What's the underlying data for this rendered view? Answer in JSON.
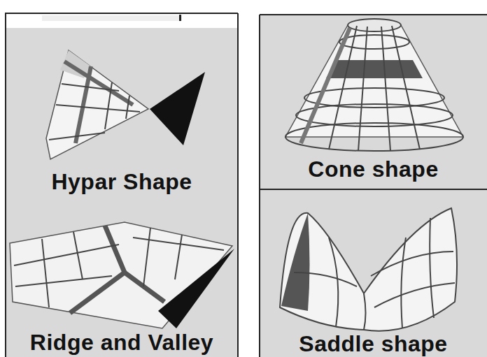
{
  "diagram": {
    "nodes": [
      {
        "text": [
          "Hypar Shape"
        ]
      },
      {
        "text": [
          "Cone shape"
        ]
      },
      {
        "text": [
          "Ridge and Valley"
        ]
      },
      {
        "text": [
          "Saddle shape"
        ]
      }
    ]
  }
}
